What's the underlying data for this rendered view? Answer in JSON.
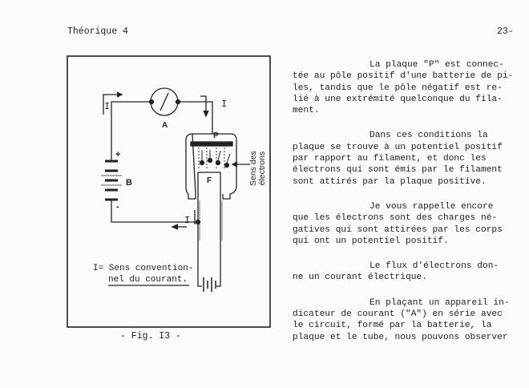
{
  "header": {
    "left": "Théorique 4",
    "right": "23-"
  },
  "figure": {
    "labels": {
      "ammeter": "A",
      "battery": "B",
      "plus": "+",
      "minus": "-",
      "plate": "P",
      "filament": "F",
      "current": "I"
    },
    "electron_label_1": "Sens des",
    "electron_label_2": "électrons",
    "legend_1": "I= Sens convention-",
    "legend_2": "nel du courant.",
    "caption": "- Fig. I3 -"
  },
  "paragraphs": [
    {
      "first": "La plaque \"P\" est connec-",
      "rest": "tée au pôle positif d'une batterie de pi-\nles, tandis que le pôle négatif est re-\nlié à une extrémité quelconque du fila-\nment."
    },
    {
      "first": "Dans ces conditions la",
      "rest": "plaque se trouve à un potentiel positif\npar rapport au filament, et donc les\nélectrons qui sont émis par le filament\nsont attirés par la plaque positive."
    },
    {
      "first": "Je vous rappelle encore",
      "rest": "que les électrons sont des charges né-\ngatives qui sont attirées par les corps\nqui ont un potentiel positif."
    },
    {
      "first": "Le flux d'électrons don-",
      "rest": "ne un courant électrique."
    },
    {
      "first": "En plaçant un appareil in-",
      "rest": "dicateur de courant (\"A\") en série avec\nle circuit, formé par la batterie, la\nplaque et le tube, nous pouvons observer"
    }
  ]
}
